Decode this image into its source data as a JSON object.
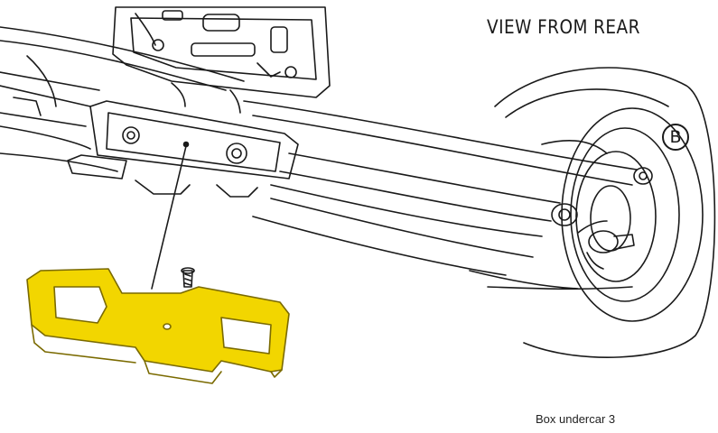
{
  "diagram": {
    "title": "VIEW FROM REAR",
    "callout_label": "B",
    "caption": "Box undercar 3",
    "colors": {
      "line": "#1a1a1a",
      "highlight_fill": "#f2d600",
      "highlight_stroke": "#7a6a00",
      "background": "#ffffff"
    },
    "icons": [
      "bolt-icon",
      "nut-icon",
      "wheel-hub-icon",
      "callout-circle-icon"
    ]
  }
}
